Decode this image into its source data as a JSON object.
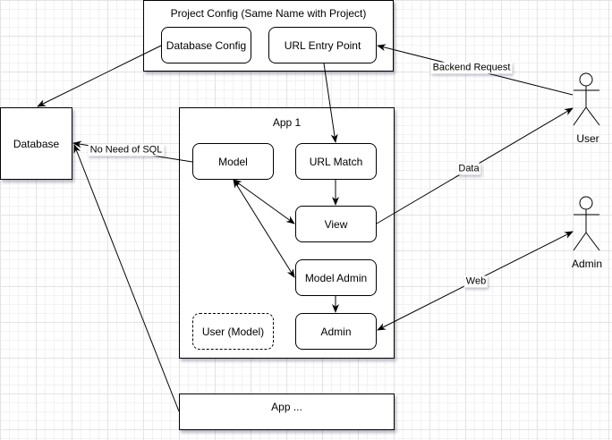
{
  "containers": {
    "project_config": "Project Config (Same Name with Project)",
    "app1": "App 1",
    "app_more": "App ..."
  },
  "nodes": {
    "database": "Database",
    "database_config": "Database Config",
    "url_entry_point": "URL Entry Point",
    "model": "Model",
    "url_match": "URL Match",
    "view": "View",
    "model_admin": "Model Admin",
    "admin": "Admin",
    "user_model": "User (Model)"
  },
  "actors": {
    "user": "User",
    "admin": "Admin"
  },
  "edge_labels": {
    "backend_request": "Backend Request",
    "no_need_sql": "No Need of SQL",
    "data": "Data",
    "web": "Web"
  }
}
